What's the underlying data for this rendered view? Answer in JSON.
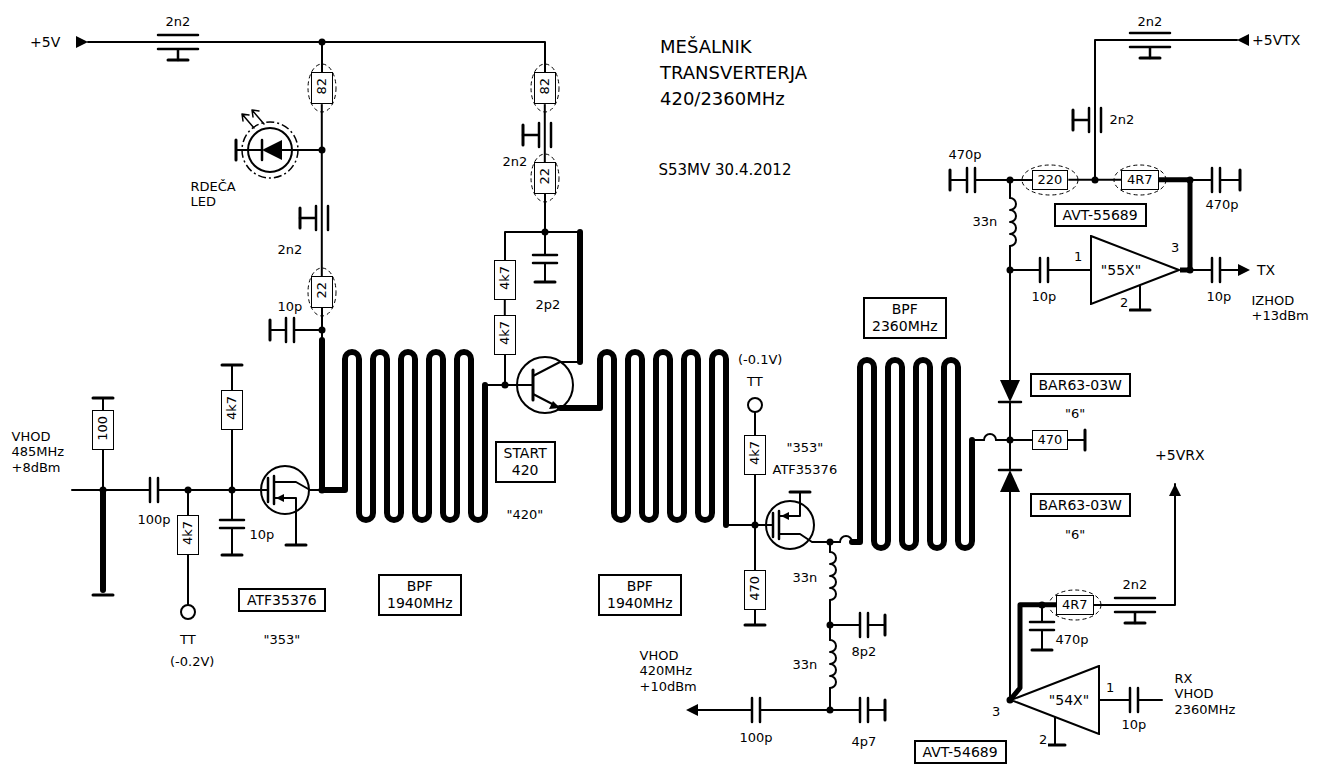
{
  "diagram": {
    "title": "MEŠALNIK TRANSVERTERJA 420/2360MHz",
    "nodes": [
      {
        "text": [
          "82"
        ]
      },
      {
        "text": [
          "22"
        ]
      },
      {
        "text": [
          "82"
        ]
      },
      {
        "text": [
          "22"
        ]
      },
      {
        "text": [
          "4k7"
        ]
      },
      {
        "text": [
          "4k7"
        ]
      },
      {
        "text": [
          "100"
        ]
      },
      {
        "text": [
          "4k7"
        ]
      },
      {
        "text": [
          "4k7"
        ]
      },
      {
        "text": [
          "ATF35376"
        ]
      },
      {
        "text": [
          "BPF 1940MHz"
        ]
      },
      {
        "text": [
          "START 420"
        ]
      },
      {
        "text": [
          "BPF 1940MHz"
        ]
      },
      {
        "text": [
          "4k7"
        ]
      },
      {
        "text": [
          "470"
        ]
      },
      {
        "text": [
          "BPF 2360MHz"
        ]
      },
      {
        "text": [
          "220"
        ]
      },
      {
        "text": [
          "4R7"
        ]
      },
      {
        "text": [
          "AVT-55689"
        ]
      },
      {
        "text": [
          "\"55X\""
        ]
      },
      {
        "text": [
          "BAR63-03W"
        ]
      },
      {
        "text": [
          "470"
        ]
      },
      {
        "text": [
          "BAR63-03W"
        ]
      },
      {
        "text": [
          "4R7"
        ]
      },
      {
        "text": [
          "\"54X\""
        ]
      },
      {
        "text": [
          "AVT-54689"
        ]
      }
    ],
    "edges": [
      {
        "from": 0,
        "to": 1,
        "arrow": "none"
      },
      {
        "from": 2,
        "to": 3,
        "arrow": "none"
      },
      {
        "from": 4,
        "to": 5,
        "arrow": "none"
      },
      {
        "from": 16,
        "to": 17,
        "arrow": "none"
      },
      {
        "from": 17,
        "to": 19,
        "arrow": "none"
      },
      {
        "from": 23,
        "to": 24,
        "arrow": "none"
      }
    ],
    "labels": [
      "+5V",
      "2n2",
      "RDEČA LED",
      "2n2",
      "10p",
      "VHOD 485MHz +8dBm",
      "100p",
      "10p",
      "TT",
      "(-0.2V)",
      "\"353\"",
      "2n2",
      "2p2",
      "\"420\"",
      "S53MV 30.4.2012",
      "(-0.1V)",
      "TT",
      "\"353\"",
      "ATF35376",
      "33n",
      "33n",
      "8p2",
      "VHOD 420MHz +10dBm",
      "100p",
      "4p7",
      "470p",
      "33n",
      "2n2",
      "+5VTX",
      "2n2",
      "470p",
      "10p",
      "1",
      "3",
      "2",
      "TX",
      "IZHOD +13dBm",
      "10p",
      "\"6\"",
      "+5VRX",
      "2n2",
      "470p",
      "\"6\"",
      "3",
      "1",
      "2",
      "RX VHOD 2360MHz",
      "10p"
    ]
  }
}
